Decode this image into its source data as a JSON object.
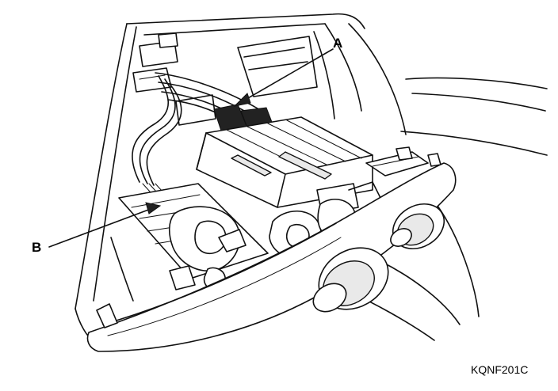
{
  "callouts": {
    "a": {
      "label": "A"
    },
    "b": {
      "label": "B"
    }
  },
  "figure_code": "KQNF201C"
}
